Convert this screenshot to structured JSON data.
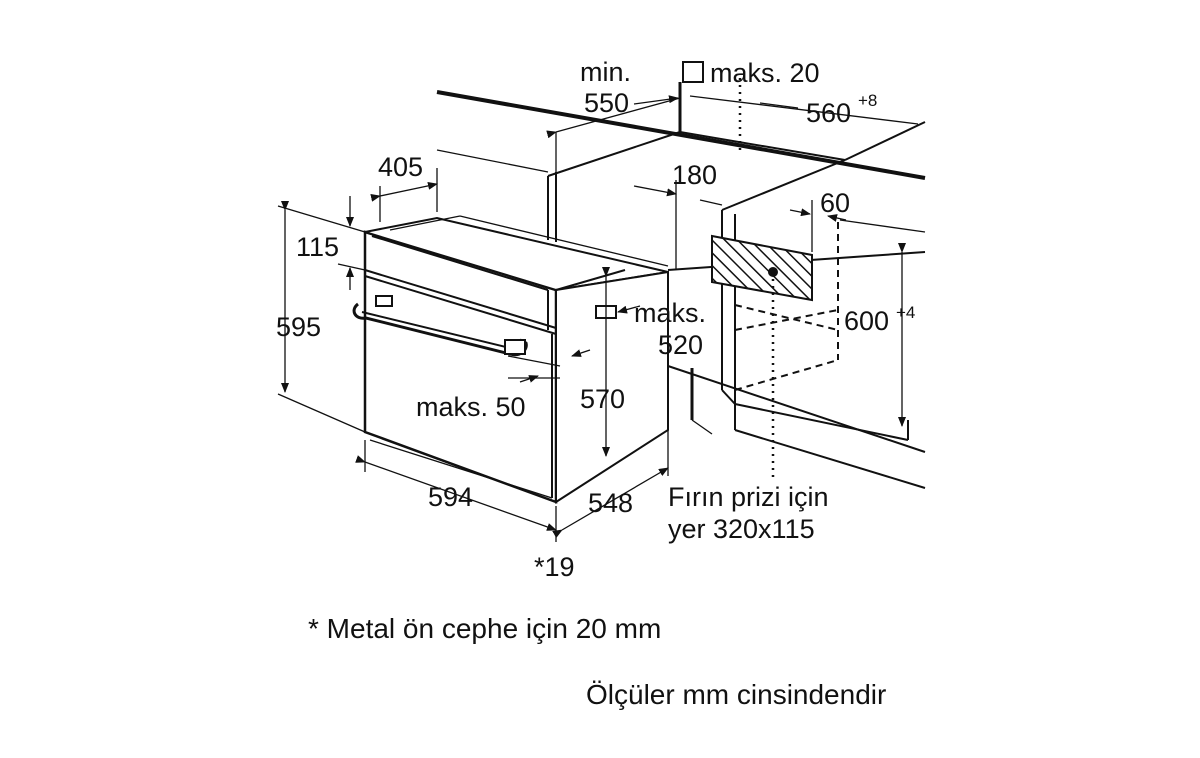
{
  "labels": {
    "min": "min.",
    "d550": "550",
    "maks20": "maks. 20",
    "d560": "560",
    "d560_sup": "+8",
    "d405": "405",
    "d180": "180",
    "d60": "60",
    "d115": "115",
    "d595": "595",
    "maks_a": "maks.",
    "d520": "520",
    "d600": "600",
    "d600_sup": "+4",
    "maks50": "maks. 50",
    "d570": "570",
    "d594": "594",
    "d548": "548",
    "star19": "*19",
    "socket_line1": "Fırın prizi için",
    "socket_line2": "yer 320x115"
  },
  "notes": {
    "metal_front": "* Metal ön cephe için 20 mm",
    "units": "Ölçüler mm cinsindendir"
  }
}
